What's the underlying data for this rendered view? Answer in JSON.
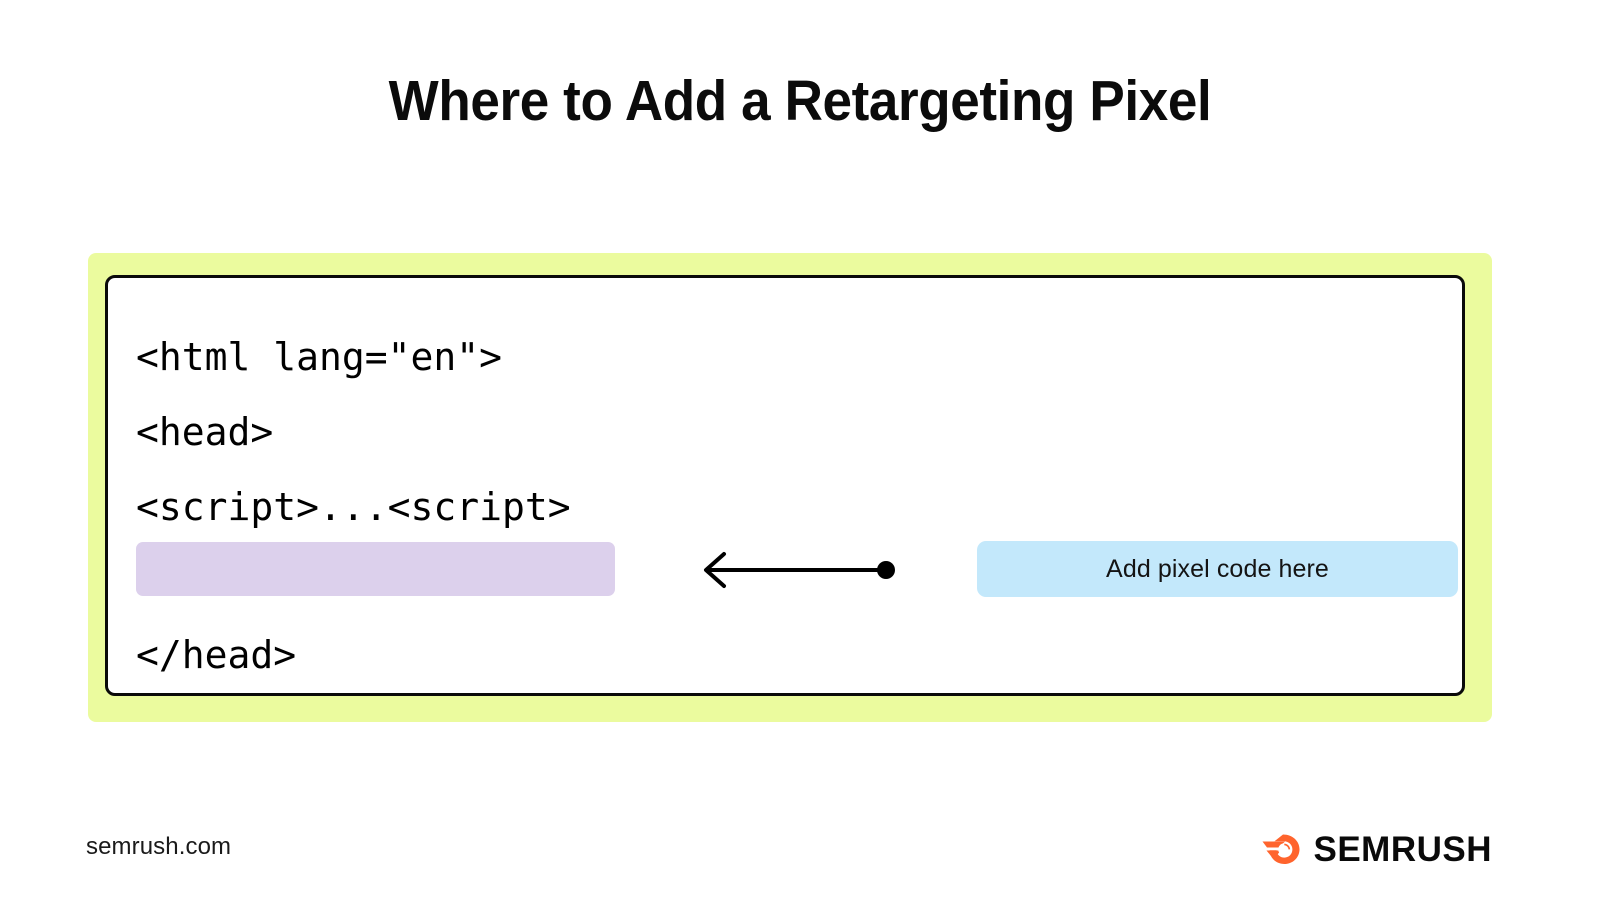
{
  "page": {
    "title": "Where to Add a Retargeting Pixel",
    "background_color": "#ffffff"
  },
  "code_block": {
    "frame_color": "#ebfb9e",
    "card_background": "#ffffff",
    "card_border_color": "#0a0a0a",
    "lines": [
      {
        "text": "<html lang=\"en\">"
      },
      {
        "text": "<head>"
      },
      {
        "text": "<script>...<script>"
      },
      {
        "text": "</head>"
      }
    ],
    "placeholder_row": {
      "text": "",
      "color": "#dcd0ec"
    }
  },
  "annotation": {
    "label": "Add pixel code here",
    "box_color": "#c3e8fb",
    "arrow_direction": "left",
    "arrow_color": "#000000"
  },
  "footer": {
    "url": "semrush.com",
    "brand": "SEMRUSH",
    "brand_mark_color": "#ff642d",
    "brand_text_color": "#0a0a0a"
  }
}
